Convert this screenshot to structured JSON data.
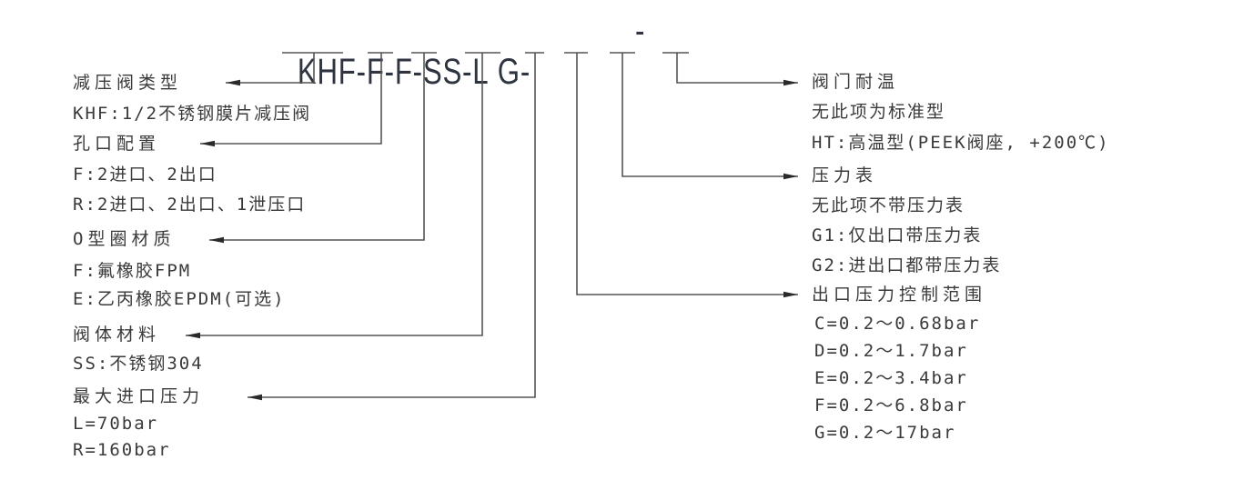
{
  "model_code": {
    "segments": [
      "KHF",
      "-",
      "F",
      "-",
      "F",
      "-",
      "SS",
      "-",
      "L",
      " ",
      "G",
      "-",
      "_",
      "-",
      "_"
    ]
  },
  "left_groups": [
    {
      "title": "减压阀类型",
      "options": [
        "KHF:1/2不锈钢膜片减压阀"
      ]
    },
    {
      "title": "孔口配置",
      "options": [
        "F:2进口、2出口",
        "R:2进口、2出口、1泄压口"
      ]
    },
    {
      "title": "O型圈材质",
      "options": [
        "F:氟橡胶FPM",
        "E:乙丙橡胶EPDM(可选)"
      ]
    },
    {
      "title": "阀体材料",
      "options": [
        "SS:不锈钢304"
      ]
    },
    {
      "title": "最大进口压力",
      "options": [
        "L=70bar",
        "R=160bar"
      ]
    }
  ],
  "right_groups": [
    {
      "title": "阀门耐温",
      "options": [
        "无此项为标准型",
        "HT:高温型(PEEK阀座, +200℃)"
      ]
    },
    {
      "title": "压力表",
      "options": [
        "无此项不带压力表",
        "G1:仅出口带压力表",
        "G2:进出口都带压力表"
      ]
    },
    {
      "title": "出口压力控制范围",
      "options": [
        "C=0.2～0.68bar",
        "D=0.2～1.7bar",
        "E=0.2～3.4bar",
        "F=0.2～6.8bar",
        "G=0.2～17bar"
      ]
    }
  ]
}
